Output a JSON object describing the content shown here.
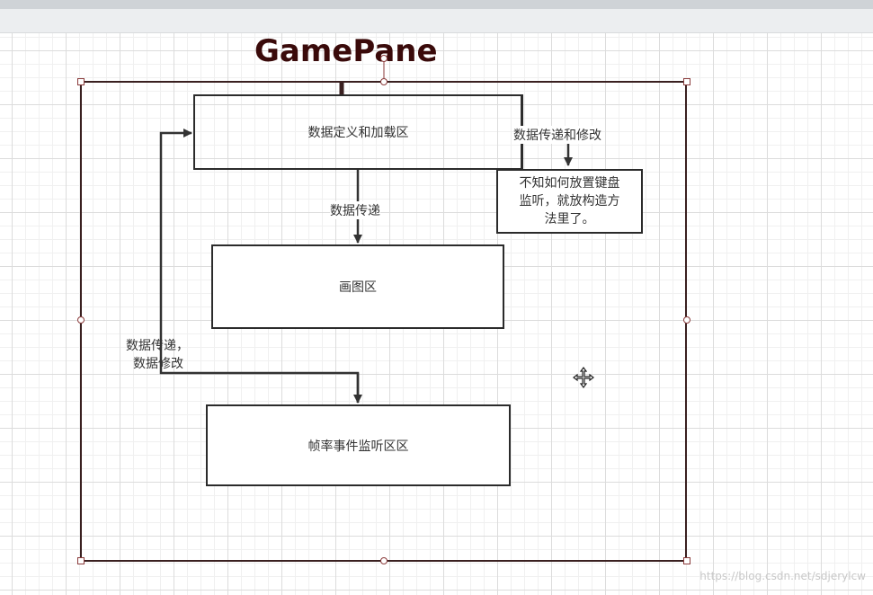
{
  "title": "GamePane",
  "boxes": {
    "load": "数据定义和加载区",
    "draw": "画图区",
    "fps": "帧率事件监听区区"
  },
  "labels": {
    "transfer_modify": "数据传递和修改",
    "transfer": "数据传递",
    "left_line1": "数据传递，",
    "left_line2": "数据修改"
  },
  "note": {
    "line1": "不知如何放置键盘",
    "line2": "监听，就放构造方",
    "line3": "法里了。"
  },
  "watermark": "https://blog.csdn.net/sdjerylcw",
  "icons": {
    "move": "move-cursor-icon"
  },
  "colors": {
    "title": "#3a0a0a",
    "frame": "#3a2020",
    "line": "#333333"
  }
}
